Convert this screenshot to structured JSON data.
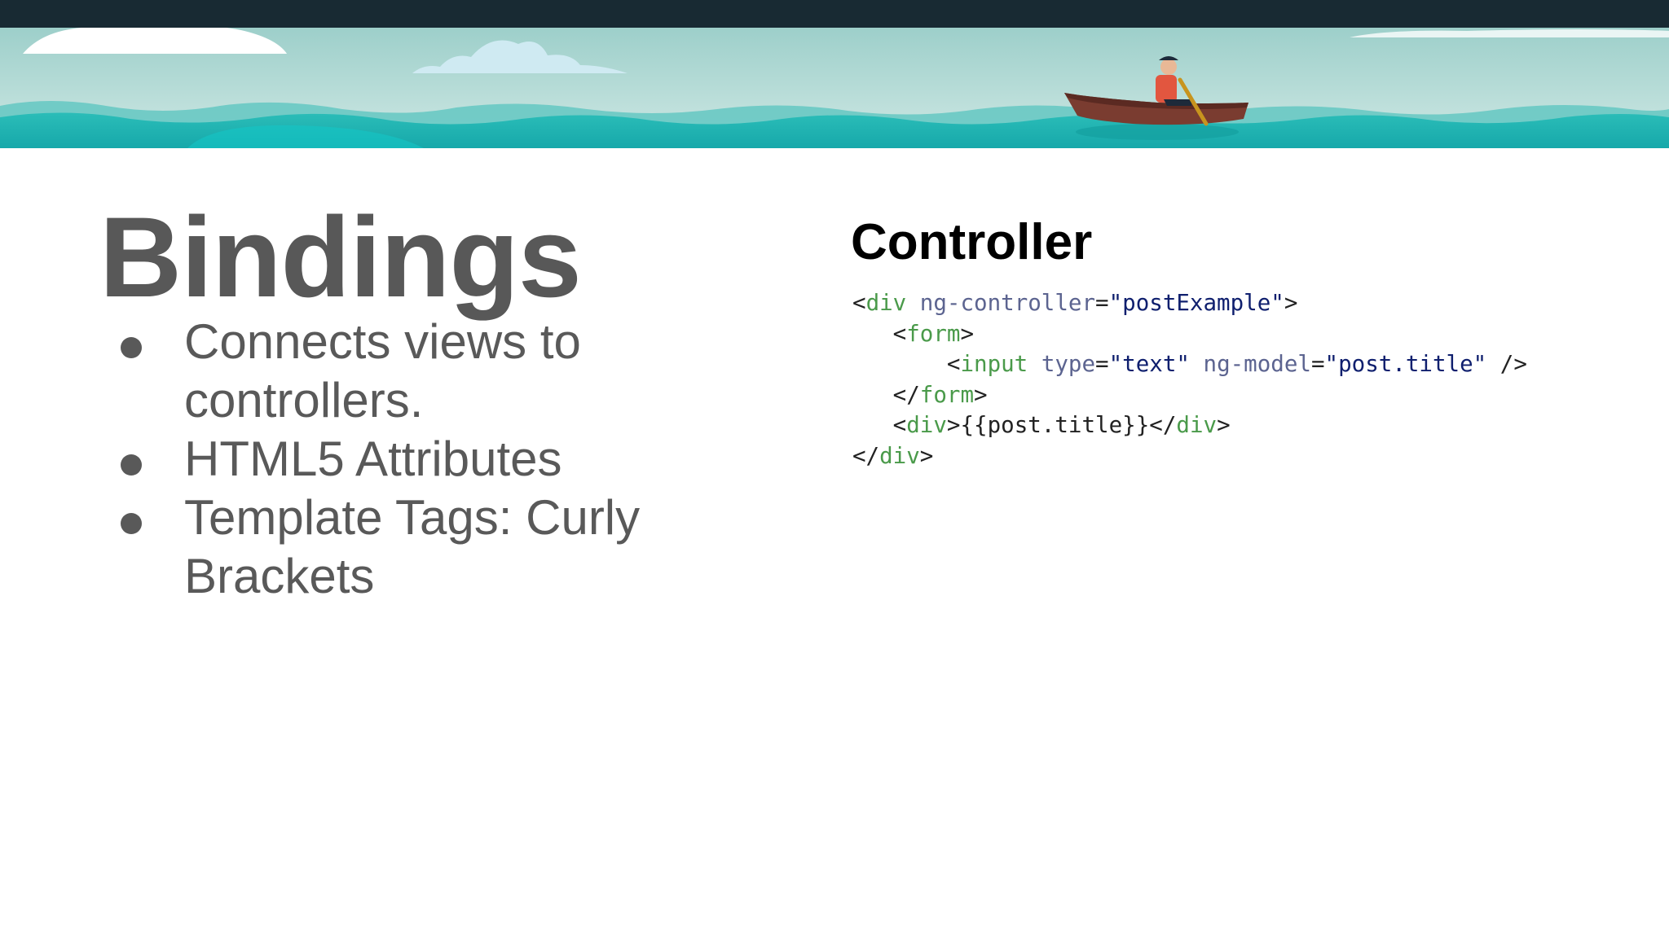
{
  "slide": {
    "title": "Bindings",
    "bullets": [
      "Connects views to controllers.",
      "HTML5 Attributes",
      "Template Tags: Curly Brackets"
    ],
    "code_title": "Controller",
    "code_lines": [
      [
        {
          "k": "p",
          "v": "<"
        },
        {
          "k": "t",
          "v": "div"
        },
        {
          "k": "p",
          "v": " "
        },
        {
          "k": "a",
          "v": "ng-controller"
        },
        {
          "k": "p",
          "v": "="
        },
        {
          "k": "s",
          "v": "\"postExample\""
        },
        {
          "k": "p",
          "v": ">"
        }
      ],
      [
        {
          "k": "p",
          "v": "   <"
        },
        {
          "k": "t",
          "v": "form"
        },
        {
          "k": "p",
          "v": ">"
        }
      ],
      [
        {
          "k": "p",
          "v": "       <"
        },
        {
          "k": "t",
          "v": "input"
        },
        {
          "k": "p",
          "v": " "
        },
        {
          "k": "a",
          "v": "type"
        },
        {
          "k": "p",
          "v": "="
        },
        {
          "k": "s",
          "v": "\"text\""
        },
        {
          "k": "p",
          "v": " "
        },
        {
          "k": "a",
          "v": "ng-model"
        },
        {
          "k": "p",
          "v": "="
        },
        {
          "k": "s",
          "v": "\"post.title\""
        },
        {
          "k": "p",
          "v": " />"
        }
      ],
      [
        {
          "k": "p",
          "v": "   </"
        },
        {
          "k": "t",
          "v": "form"
        },
        {
          "k": "p",
          "v": ">"
        }
      ],
      [
        {
          "k": "p",
          "v": "   <"
        },
        {
          "k": "t",
          "v": "div"
        },
        {
          "k": "p",
          "v": ">"
        },
        {
          "k": "b",
          "v": "{{post.title}}"
        },
        {
          "k": "p",
          "v": "</"
        },
        {
          "k": "t",
          "v": "div"
        },
        {
          "k": "p",
          "v": ">"
        }
      ],
      [
        {
          "k": "p",
          "v": "</"
        },
        {
          "k": "t",
          "v": "div"
        },
        {
          "k": "p",
          "v": ">"
        }
      ]
    ]
  },
  "colors": {
    "top_bar": "#182a33",
    "sky": "#b9dcda",
    "water": "#1fb3b3",
    "title_text": "#585858",
    "body_text": "#595959",
    "code_tag": "#4a9a4a",
    "code_attr": "#5c6490",
    "code_string": "#0f1f6e"
  },
  "banner_icons": [
    "cloud-icon",
    "boat-icon",
    "rower-icon",
    "wave-icon"
  ]
}
